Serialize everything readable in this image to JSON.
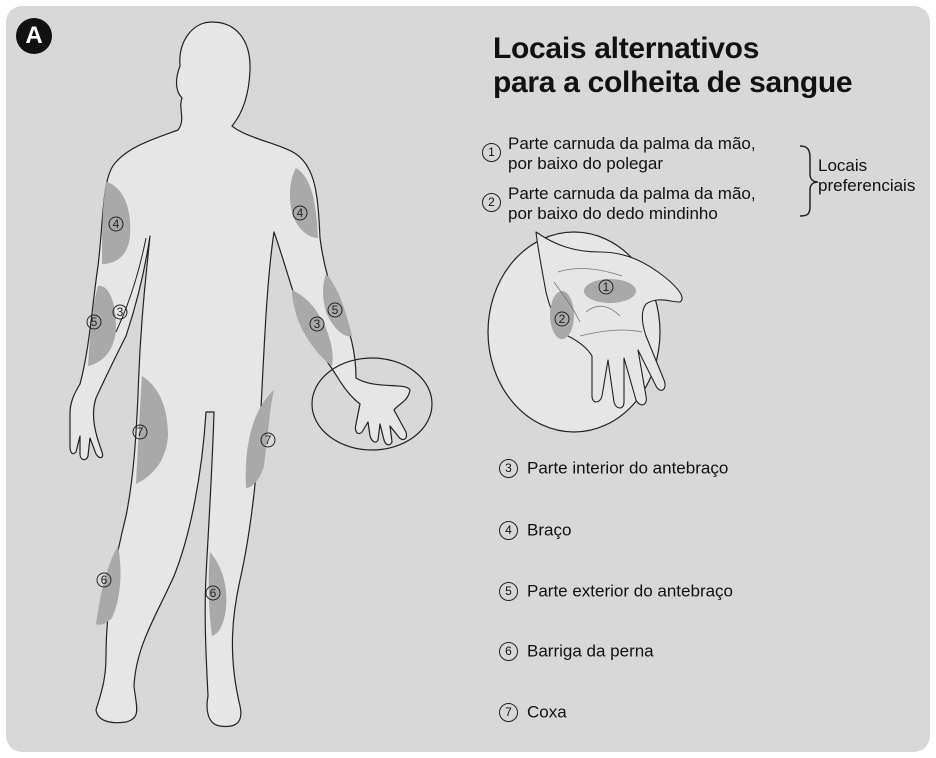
{
  "badge": "A",
  "title": {
    "line1": "Locais alternativos",
    "line2": "para a colheita de sangue"
  },
  "preferred": {
    "items": [
      {
        "number": "1",
        "line1": "Parte carnuda da palma da mão,",
        "line2": "por baixo do polegar"
      },
      {
        "number": "2",
        "line1": "Parte carnuda da palma da mão,",
        "line2": "por baixo do dedo mindinho"
      }
    ],
    "group_label_line1": "Locais",
    "group_label_line2": "preferenciais"
  },
  "sites": [
    {
      "number": "3",
      "label": "Parte interior do antebraço"
    },
    {
      "number": "4",
      "label": "Braço"
    },
    {
      "number": "5",
      "label": "Parte exterior do antebraço"
    },
    {
      "number": "6",
      "label": "Barriga da perna"
    },
    {
      "number": "7",
      "label": "Coxa"
    }
  ],
  "colors": {
    "panel": "#d8d8d8",
    "body": "#e6e6e6",
    "zone": "#a9a9a9",
    "outline": "#222222"
  }
}
